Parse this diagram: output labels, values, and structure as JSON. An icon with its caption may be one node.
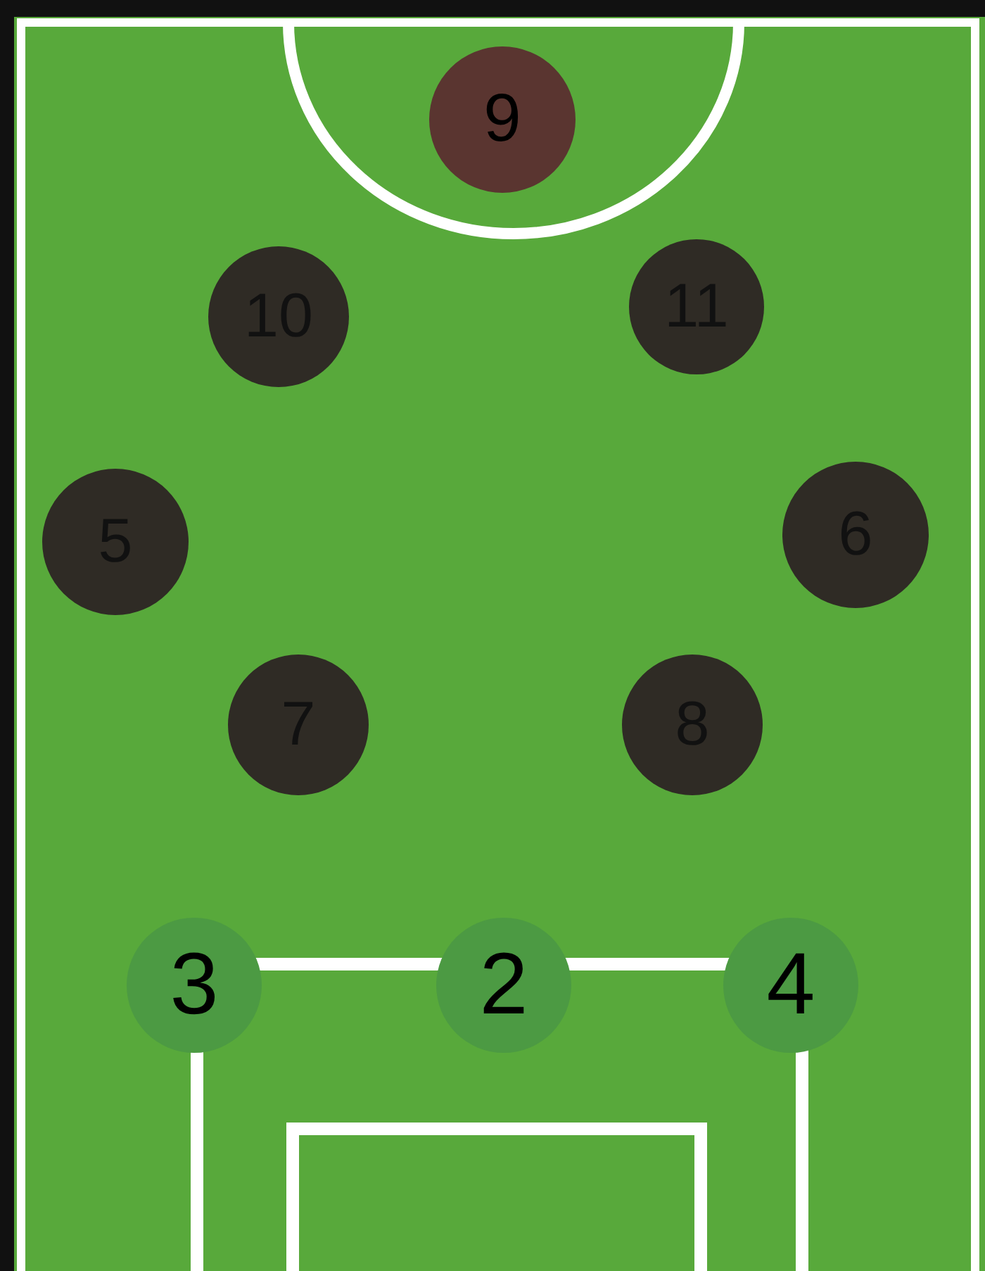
{
  "diagram": {
    "nodes": [
      {
        "text": [
          "9"
        ]
      },
      {
        "text": [
          "10"
        ]
      },
      {
        "text": [
          "11"
        ]
      },
      {
        "text": [
          "5"
        ]
      },
      {
        "text": [
          "6"
        ]
      },
      {
        "text": [
          "7"
        ]
      },
      {
        "text": [
          "8"
        ]
      },
      {
        "text": [
          "3"
        ]
      },
      {
        "text": [
          "2"
        ]
      },
      {
        "text": [
          "4"
        ]
      }
    ]
  }
}
